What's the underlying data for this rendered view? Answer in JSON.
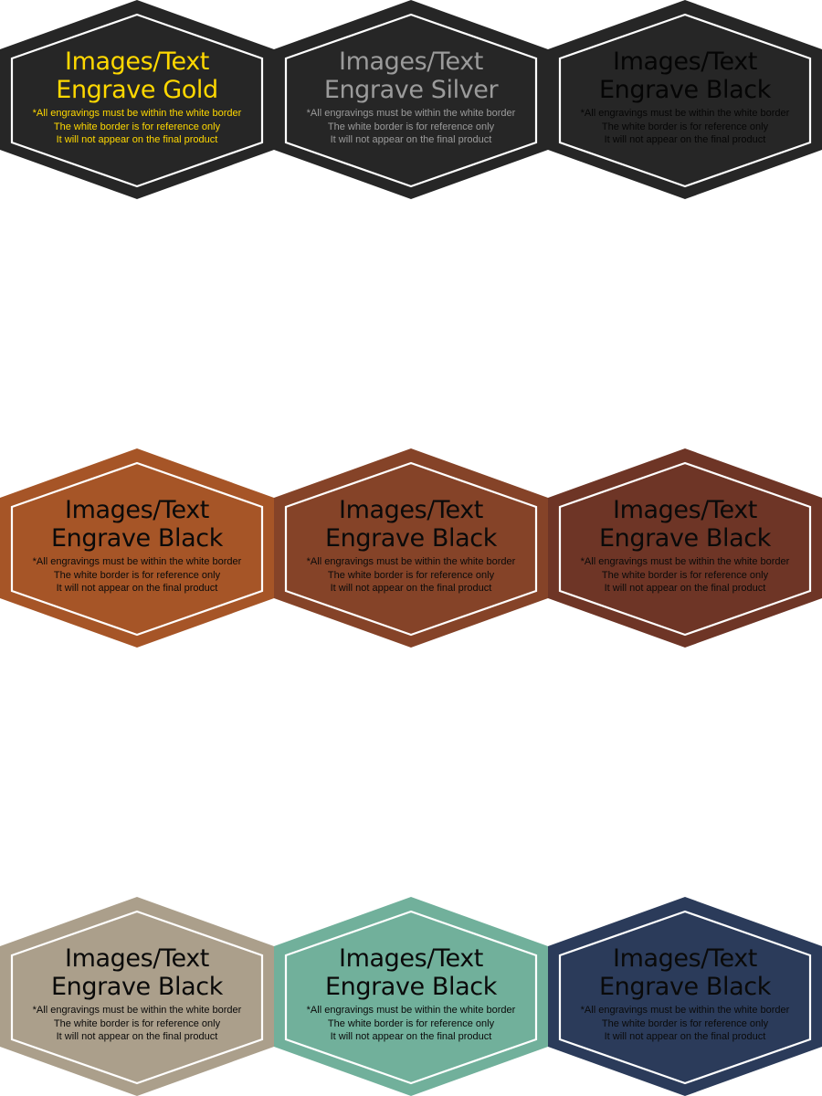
{
  "patches": [
    {
      "color": "#262626",
      "text_color": "#ffd800",
      "line1": "Images/Text",
      "line2": "Engrave Gold",
      "note1": "*All engravings must be within the white border",
      "note2": "The white border is for reference only",
      "note3": "It will not appear on the final product"
    },
    {
      "color": "#262626",
      "text_color": "#9b9b9b",
      "line1": "Images/Text",
      "line2": "Engrave Silver",
      "note1": "*All engravings must be within the white border",
      "note2": "The white border is for reference only",
      "note3": "It will not appear on the final product"
    },
    {
      "color": "#262626",
      "text_color": "#050505",
      "line1": "Images/Text",
      "line2": "Engrave Black",
      "note1": "*All engravings must be within the white border",
      "note2": "The white border is for reference only",
      "note3": "It will not appear on the final product"
    },
    {
      "color": "#a65527",
      "text_color": "#0a0a0a",
      "line1": "Images/Text",
      "line2": "Engrave Black",
      "note1": "*All engravings must be within the white border",
      "note2": "The white border is for reference only",
      "note3": "It will not appear on the final product"
    },
    {
      "color": "#854328",
      "text_color": "#0a0a0a",
      "line1": "Images/Text",
      "line2": "Engrave Black",
      "note1": "*All engravings must be within the white border",
      "note2": "The white border is for reference only",
      "note3": "It will not appear on the final product"
    },
    {
      "color": "#6e3526",
      "text_color": "#0a0a0a",
      "line1": "Images/Text",
      "line2": "Engrave Black",
      "note1": "*All engravings must be within the white border",
      "note2": "The white border is for reference only",
      "note3": "It will not appear on the final product"
    },
    {
      "color": "#ab9f8b",
      "text_color": "#0a0a0a",
      "line1": "Images/Text",
      "line2": "Engrave Black",
      "note1": "*All engravings must be within the white border",
      "note2": "The white border is for reference only",
      "note3": "It will not appear on the final product"
    },
    {
      "color": "#71b09b",
      "text_color": "#0a0a0a",
      "line1": "Images/Text",
      "line2": "Engrave Black",
      "note1": "*All engravings must be within the white border",
      "note2": "The white border is for reference only",
      "note3": "It will not appear on the final product"
    },
    {
      "color": "#2b3b5a",
      "text_color": "#0a0a0a",
      "line1": "Images/Text",
      "line2": "Engrave Black",
      "note1": "*All engravings must be within the white border",
      "note2": "The white border is for reference only",
      "note3": "It will not appear on the final product"
    }
  ]
}
